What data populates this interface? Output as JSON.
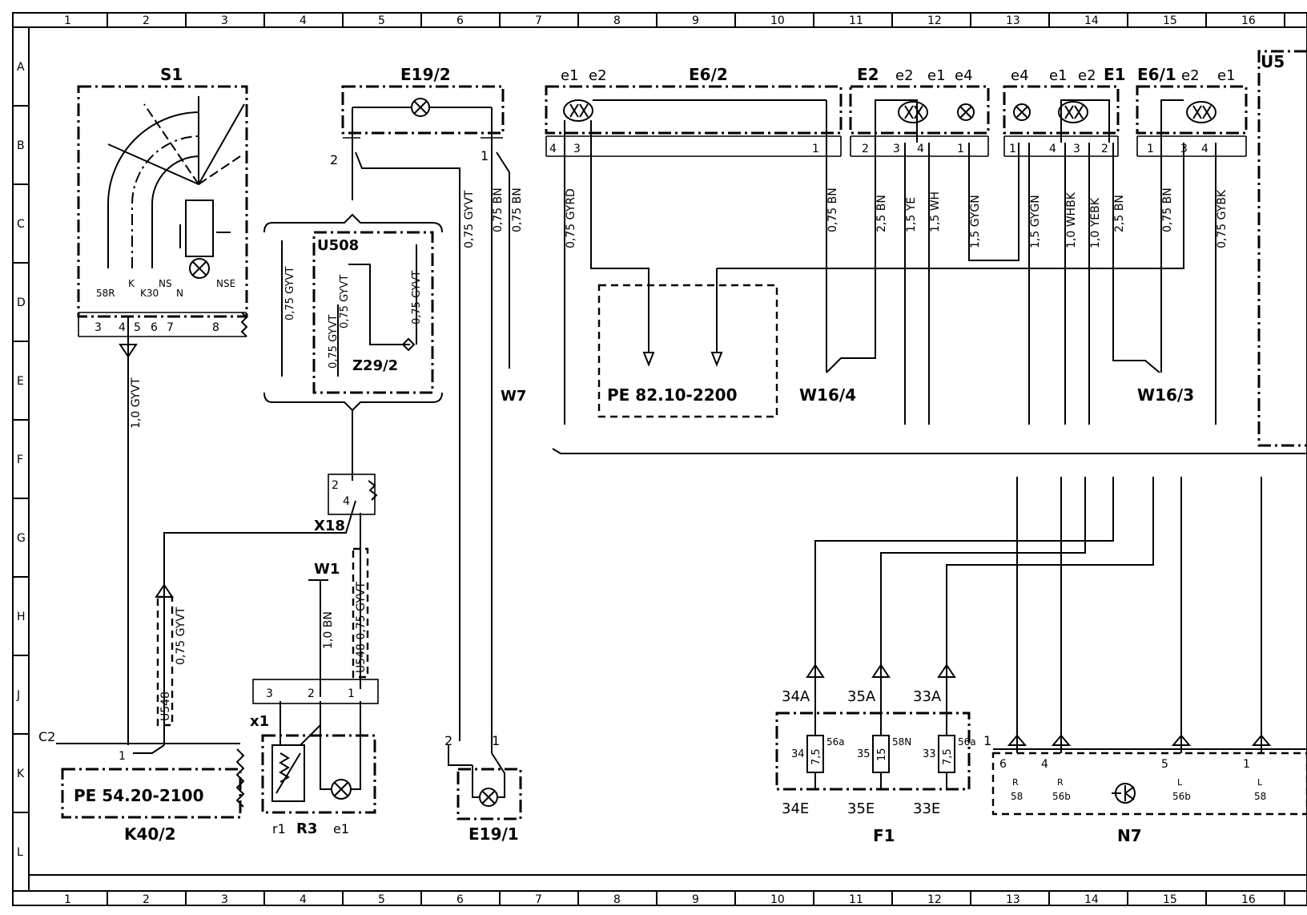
{
  "grid": {
    "columns": [
      "1",
      "2",
      "3",
      "4",
      "5",
      "6",
      "7",
      "8",
      "9",
      "10",
      "11",
      "12",
      "13",
      "14",
      "15",
      "16"
    ],
    "rows": [
      "A",
      "B",
      "C",
      "D",
      "E",
      "F",
      "G",
      "H",
      "J",
      "K",
      "L"
    ]
  },
  "components": {
    "s1": {
      "label": "S1",
      "pins": [
        "58R",
        "K",
        "K30",
        "NS",
        "N",
        "NSE"
      ],
      "terminals": [
        "3",
        "4",
        "5",
        "6",
        "7",
        "8"
      ]
    },
    "e19_2": {
      "label": "E19/2",
      "pin_left": "2",
      "pin_right": "1"
    },
    "e6_2": {
      "label": "E6/2",
      "e1": "e1",
      "e2": "e2",
      "pins": [
        "4",
        "3",
        "1"
      ]
    },
    "e2": {
      "label": "E2",
      "sub": [
        "e2",
        "e1",
        "e4"
      ],
      "pins": [
        "2",
        "3",
        "4",
        "1"
      ]
    },
    "e1": {
      "label": "E1",
      "sub": [
        "e4",
        "e1",
        "e2"
      ],
      "pins": [
        "1",
        "4",
        "3",
        "2"
      ]
    },
    "e6_1": {
      "label": "E6/1",
      "sub": [
        "e2",
        "e1"
      ],
      "pins": [
        "1",
        "3",
        "4"
      ]
    },
    "u5": {
      "label": "U5"
    },
    "u508": {
      "label": "U508"
    },
    "z29_2": {
      "label": "Z29/2"
    },
    "x18": {
      "label": "X18",
      "pins": [
        "2",
        "4"
      ]
    },
    "w1": {
      "label": "W1"
    },
    "w7": {
      "label": "W7"
    },
    "w16_4": {
      "label": "W16/4"
    },
    "w16_3": {
      "label": "W16/3"
    },
    "x1": {
      "label": "x1",
      "pins": [
        "3",
        "2",
        "1"
      ]
    },
    "r3": {
      "label": "R3",
      "r1": "r1",
      "e1": "e1"
    },
    "k40_2": {
      "label": "K40/2",
      "c2": "C2",
      "pin": "1",
      "ref": "PE  54.20-2100"
    },
    "e19_1": {
      "label": "E19/1",
      "pins": [
        "2",
        "1"
      ]
    },
    "pe_ref": {
      "text": "PE  82.10-2200"
    },
    "f1": {
      "label": "F1",
      "top": [
        "34A",
        "35A",
        "33A"
      ],
      "bottom": [
        "34E",
        "35E",
        "33E"
      ],
      "fuses": [
        "34",
        "35",
        "33"
      ],
      "ratings": [
        "7,5",
        "15",
        "7,5"
      ],
      "tags": [
        "56a",
        "58N",
        "56a"
      ]
    },
    "n7": {
      "label": "N7",
      "pin1": "1",
      "pins": [
        "6",
        "4",
        "5",
        "1"
      ],
      "sides": [
        "R",
        "R",
        "L",
        "L"
      ],
      "terms": [
        "58",
        "56b",
        "56b",
        "58"
      ]
    }
  },
  "wires": {
    "s1_out": "1,0  GYVT",
    "e19_2_left": "0,75  GYVT",
    "e19_2_r1": "0,75  BN",
    "e19_2_r2": "0,75  BN",
    "u508_a": "0,75  GYVT",
    "u508_b": "0,75  GYVT",
    "u508_c": "0,75  GYVT",
    "u508_d": "0,75  GYVT",
    "e6_2_4": "0,75  GYRD",
    "e6_2_1": "0,75  BN",
    "e2_2": "2,5  BN",
    "e2_3": "1,5  YE",
    "e2_4": "1,5  WH",
    "e2_1": "1,5  GYGN",
    "e1_1": "1,5  GYGN",
    "e1_4": "1,0  WHBK",
    "e1_3": "1,0  YEBK",
    "e1_2": "2,5  BN",
    "e6_1_1": "0,75  BN",
    "e6_1_4": "0,75  GYBK",
    "k40_a": "U548",
    "k40_b": "0,75  GYVT",
    "x18_a": "U548  0,75  GYVT",
    "w1_a": "1,0  BN"
  }
}
